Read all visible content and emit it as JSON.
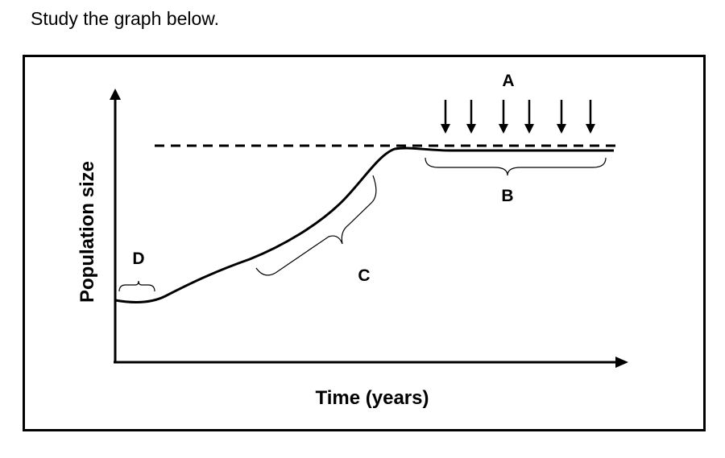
{
  "instruction": "Study the graph below.",
  "graph": {
    "y_axis_label": "Population size",
    "x_axis_label": "Time (years)",
    "region_labels": {
      "a": "A",
      "b": "B",
      "c": "C",
      "d": "D"
    }
  }
}
